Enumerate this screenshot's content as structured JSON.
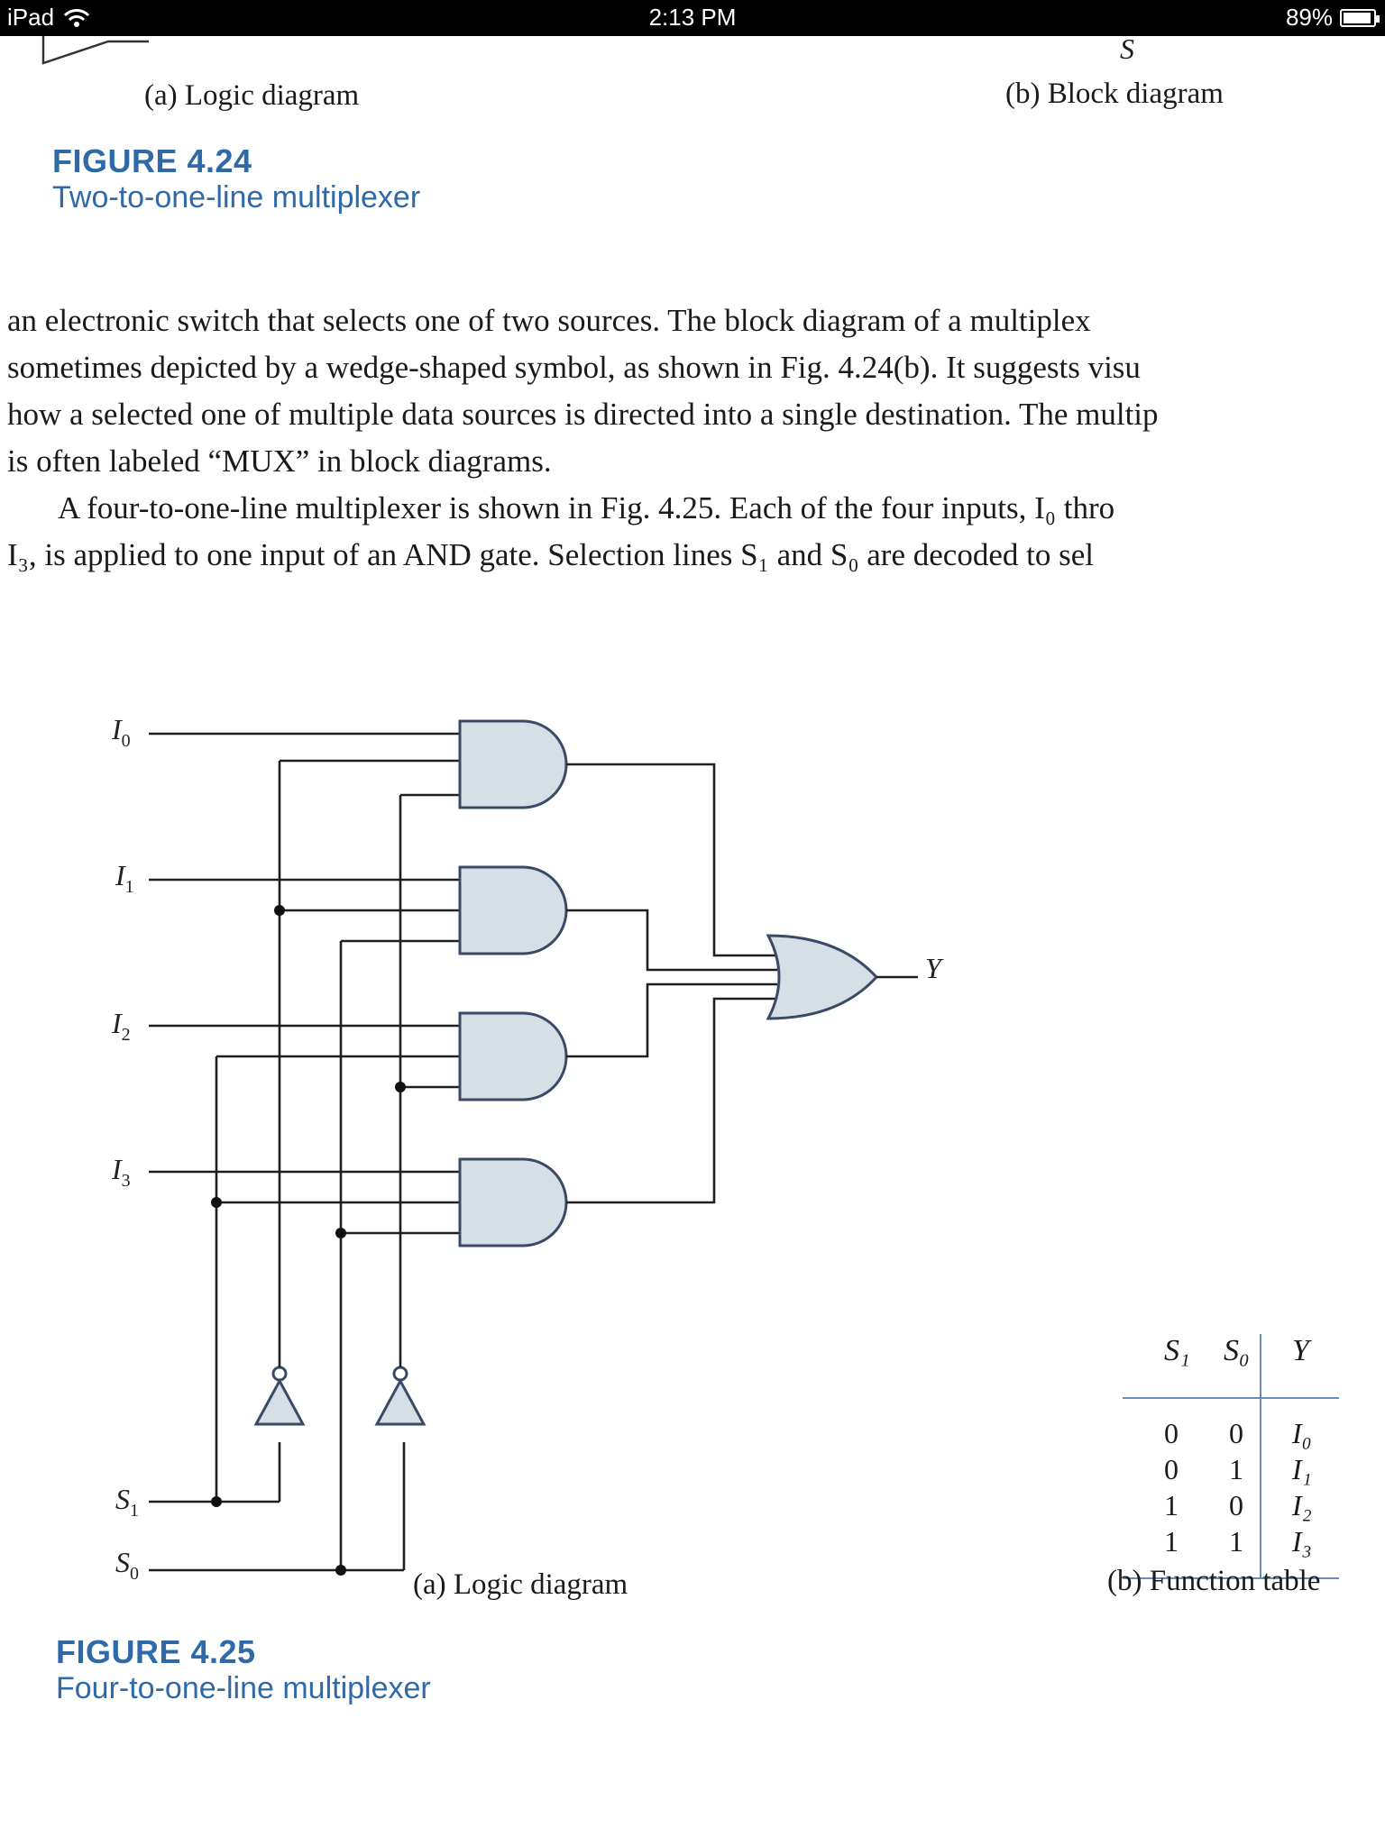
{
  "status_bar": {
    "device": "iPad",
    "time": "2:13 PM",
    "battery": "89%"
  },
  "fig424": {
    "top_partial_label": "S",
    "caption_a": "(a) Logic diagram",
    "caption_b": "(b) Block diagram",
    "number": "FIGURE 4.24",
    "title": "Two-to-one-line multiplexer"
  },
  "body": {
    "lines": [
      "an electronic switch that selects one of two sources. The block diagram of a multiplex",
      "sometimes depicted by a wedge-shaped symbol, as shown in Fig. 4.24(b). It suggests visu",
      "how a selected one of multiple data sources is directed into a single destination. The multip",
      "is often labeled “MUX” in block diagrams."
    ],
    "para2_line1": "A four-to-one-line multiplexer is shown in Fig. 4.25. Each of the four inputs, I₀ thro",
    "para2_line2": "I₃, is applied to one input of an AND gate. Selection lines S₁ and S₀ are decoded to sel"
  },
  "fig425": {
    "inputs": [
      {
        "main": "I",
        "sub": "0"
      },
      {
        "main": "I",
        "sub": "1"
      },
      {
        "main": "I",
        "sub": "2"
      },
      {
        "main": "I",
        "sub": "3"
      }
    ],
    "selects": [
      {
        "main": "S",
        "sub": "1"
      },
      {
        "main": "S",
        "sub": "0"
      }
    ],
    "output_label": "Y",
    "caption_a": "(a) Logic diagram",
    "caption_b": "(b) Function table",
    "number": "FIGURE 4.25",
    "title": "Four-to-one-line multiplexer",
    "function_table": {
      "headers": [
        "S₁",
        "S₀",
        "Y"
      ],
      "rows": [
        [
          "0",
          "0",
          "I₀"
        ],
        [
          "0",
          "1",
          "I₁"
        ],
        [
          "1",
          "0",
          "I₂"
        ],
        [
          "1",
          "1",
          "I₃"
        ]
      ]
    }
  }
}
